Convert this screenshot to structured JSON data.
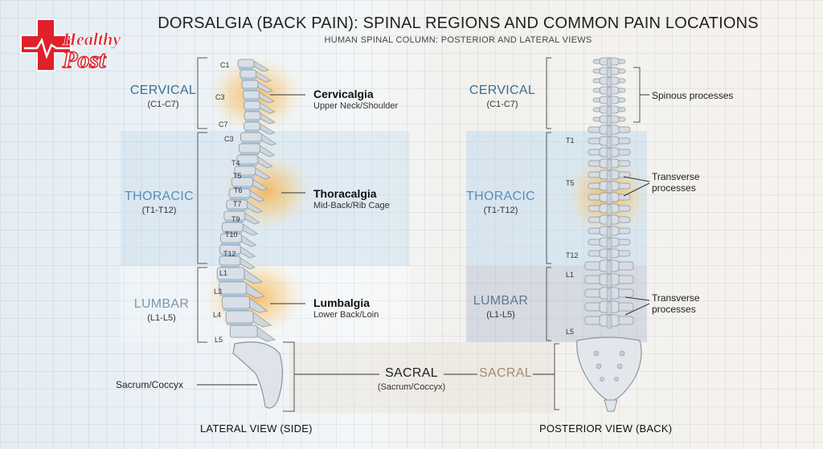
{
  "title": "DORSALGIA (BACK PAIN): SPINAL REGIONS AND COMMON PAIN LOCATIONS",
  "subtitle": "HUMAN SPINAL COLUMN: POSTERIOR AND LATERAL VIEWS",
  "logo": {
    "line1": "Healthy",
    "line2": "Post"
  },
  "regions": {
    "cervical": {
      "name": "CERVICAL",
      "range": "(C1-C7)",
      "color": "#3a6e92"
    },
    "thoracic": {
      "name": "THORACIC",
      "range": "(T1-T12)",
      "color": "#5a8eb4"
    },
    "lumbar": {
      "name": "LUMBAR",
      "range": "(L1-L5)",
      "color": "#7d97ad"
    },
    "lumbar_right_color": "#5f7a92",
    "sacral": {
      "name": "SACRAL",
      "range": "(Sacrum/Coccyx)",
      "color": "#222222",
      "right_color": "#a48c72"
    }
  },
  "lateral_vertebra_labels": [
    "C1",
    "C3",
    "C7",
    "C3",
    "T4",
    "T5",
    "T6",
    "T7",
    "T9",
    "T10",
    "T12",
    "L1",
    "L3",
    "L4",
    "L5"
  ],
  "posterior_vertebra_labels": [
    "T1",
    "T5",
    "T12",
    "L1",
    "L5"
  ],
  "conditions": [
    {
      "name": "Cervicalgia",
      "desc": "Upper Neck/Shoulder"
    },
    {
      "name": "Thoracalgia",
      "desc": "Mid-Back/Rib Cage"
    },
    {
      "name": "Lumbalgia",
      "desc": "Lower Back/Loin"
    }
  ],
  "sacrum_label": "Sacrum/Coccyx",
  "annotations": {
    "spinous": "Spinous processes",
    "transverse1": "Transverse processes",
    "transverse2": "Transverse processes"
  },
  "views": {
    "lateral": "LATERAL VIEW (SIDE)",
    "posterior": "POSTERIOR VIEW (BACK)"
  },
  "colors": {
    "bone": "#d9dfe6",
    "bone_stroke": "#8a949e",
    "disc": "#a9c6dc",
    "glow": "#f7b24a",
    "brand_red": "#e0202a"
  }
}
